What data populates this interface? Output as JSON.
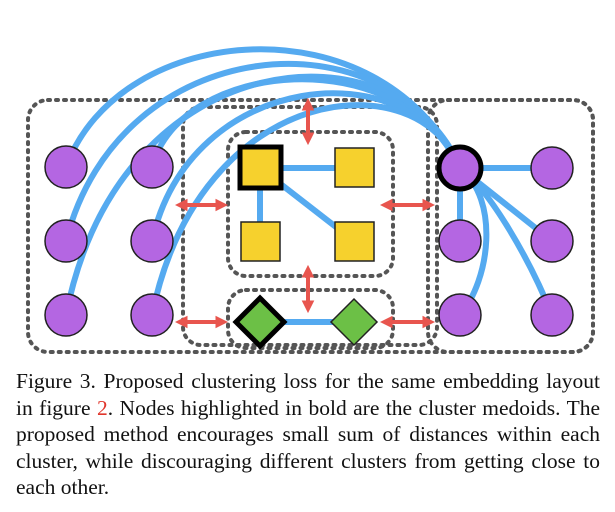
{
  "caption": {
    "label": "Figure 3.",
    "before_ref": "Proposed clustering loss for the same embedding layout in figure",
    "ref": "2",
    "after_ref": ". Nodes highlighted in bold are the cluster medoids. The proposed method encourages small sum of distances within each cluster, while discouraging different clusters from getting close to each other."
  },
  "colors": {
    "edge": "#55aaf0",
    "repulsion": "#e8554e",
    "node_circle": "#b466e2",
    "node_square": "#f6d12d",
    "node_diamond": "#6cc046",
    "cluster_border": "#555555",
    "reference": "#e0362c"
  },
  "icons": {
    "circle_node": "circle-node-icon",
    "square_node": "square-node-icon",
    "diamond_node": "diamond-node-icon",
    "repulsion_arrow": "double-headed-arrow-icon"
  }
}
